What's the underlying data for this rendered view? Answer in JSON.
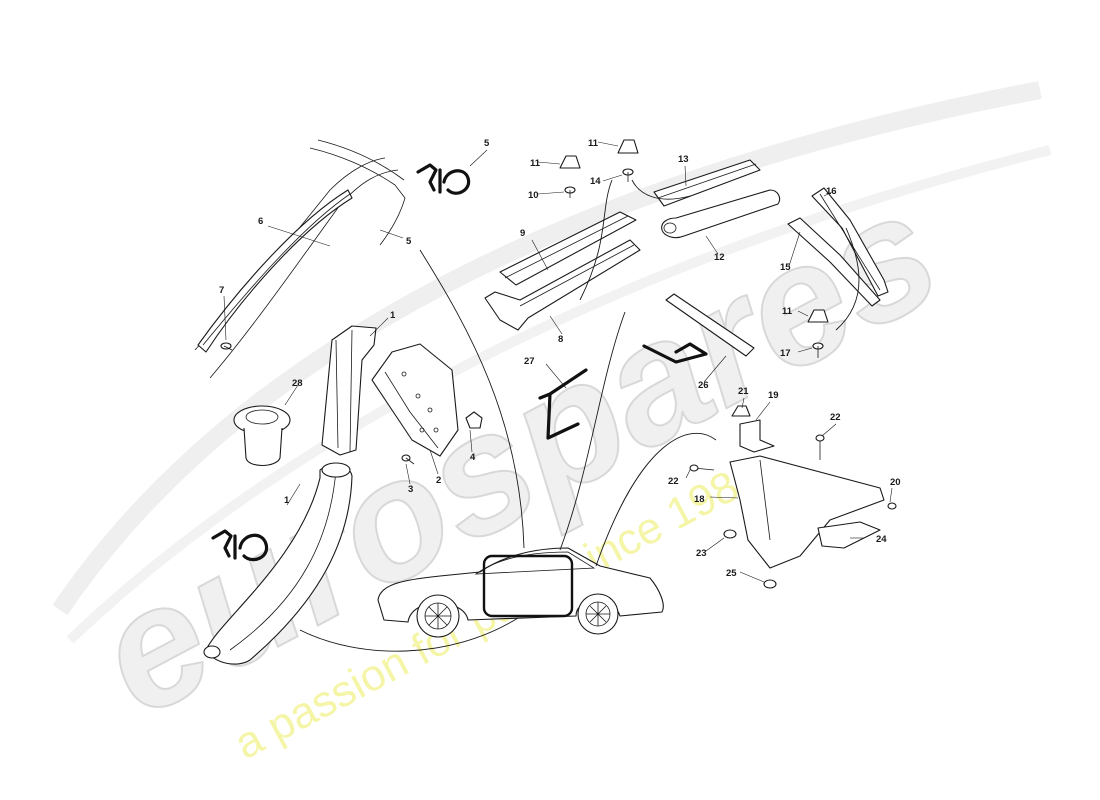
{
  "watermark": {
    "logo_text": "eurospares",
    "tagline": "a passion for parts since 1985"
  },
  "callouts": [
    {
      "id": "c1a",
      "text": "1"
    },
    {
      "id": "c1b",
      "text": "1"
    },
    {
      "id": "c2",
      "text": "2"
    },
    {
      "id": "c3",
      "text": "3"
    },
    {
      "id": "c4",
      "text": "4"
    },
    {
      "id": "c5a",
      "text": "5"
    },
    {
      "id": "c5b",
      "text": "5"
    },
    {
      "id": "c6",
      "text": "6"
    },
    {
      "id": "c7",
      "text": "7"
    },
    {
      "id": "c8",
      "text": "8"
    },
    {
      "id": "c9",
      "text": "9"
    },
    {
      "id": "c10",
      "text": "10"
    },
    {
      "id": "c11a",
      "text": "11"
    },
    {
      "id": "c11b",
      "text": "11"
    },
    {
      "id": "c11c",
      "text": "11"
    },
    {
      "id": "c12",
      "text": "12"
    },
    {
      "id": "c13",
      "text": "13"
    },
    {
      "id": "c14",
      "text": "14"
    },
    {
      "id": "c15",
      "text": "15"
    },
    {
      "id": "c16",
      "text": "16"
    },
    {
      "id": "c17",
      "text": "17"
    },
    {
      "id": "c18",
      "text": "18"
    },
    {
      "id": "c19",
      "text": "19"
    },
    {
      "id": "c20",
      "text": "20"
    },
    {
      "id": "c21",
      "text": "21"
    },
    {
      "id": "c22a",
      "text": "22"
    },
    {
      "id": "c22b",
      "text": "22"
    },
    {
      "id": "c23",
      "text": "23"
    },
    {
      "id": "c24",
      "text": "24"
    },
    {
      "id": "c25",
      "text": "25"
    },
    {
      "id": "c26",
      "text": "26"
    },
    {
      "id": "c27",
      "text": "27"
    },
    {
      "id": "c28",
      "text": "28"
    }
  ],
  "colors": {
    "line": "#1a1a1a",
    "watermark_grey": "#e4e4e4",
    "watermark_yellow": "#f2f28a"
  }
}
